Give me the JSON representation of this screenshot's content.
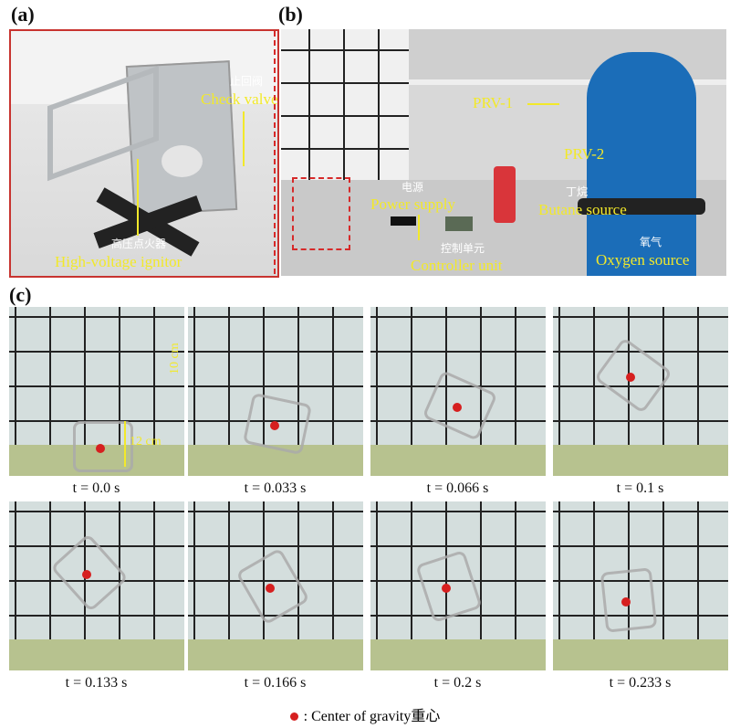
{
  "panel_a": {
    "label": "(a)",
    "check_valve_cn": "止回阀",
    "check_valve_en": "Check valve",
    "ignitor_cn": "高压点火器",
    "ignitor_en": "High-voltage ignitor"
  },
  "panel_b": {
    "label": "(b)",
    "prv1": "PRV-1",
    "prv2": "PRV-2",
    "power_cn": "电源",
    "power_en": "Power supply",
    "controller_cn": "控制单元",
    "controller_en": "Controller unit",
    "butane_cn": "丁烷",
    "butane_en": "Butane source",
    "oxygen_cn": "氧气",
    "oxygen_en": "Oxygen source"
  },
  "panel_c": {
    "label": "(c)",
    "scale_10": "10 cm",
    "scale_12": "12 cm",
    "frames": [
      {
        "t": "t = 0.0 s"
      },
      {
        "t": "t = 0.033 s"
      },
      {
        "t": "t = 0.066 s"
      },
      {
        "t": "t = 0.1 s"
      },
      {
        "t": "t = 0.133 s"
      },
      {
        "t": "t = 0.166 s"
      },
      {
        "t": "t = 0.2 s"
      },
      {
        "t": "t = 0.233 s"
      }
    ],
    "legend": ": Center of gravity重心"
  },
  "colors": {
    "annotation": "#f2e92a",
    "cog": "#d61f1f",
    "frame_border": "#c8332f"
  }
}
